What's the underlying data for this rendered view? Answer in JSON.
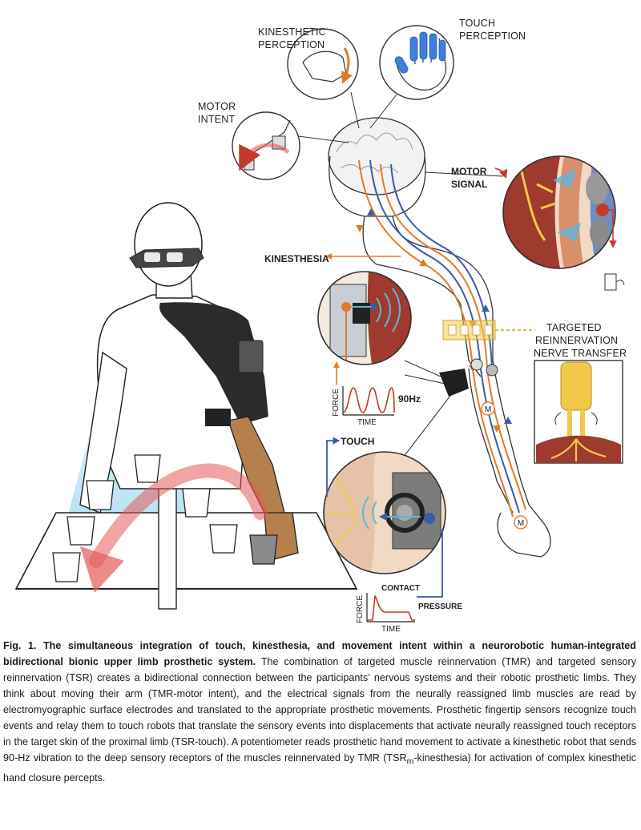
{
  "figure": {
    "labels": {
      "kinesthetic_perception_1": "KINESTHETIC",
      "kinesthetic_perception_2": "PERCEPTION",
      "touch_perception_1": "TOUCH",
      "touch_perception_2": "PERCEPTION",
      "motor_intent_1": "MOTOR",
      "motor_intent_2": "INTENT",
      "motor_signal_1": "MOTOR",
      "motor_signal_2": "SIGNAL",
      "kinesthesia": "KINESTHESIA",
      "targeted_1": "TARGETED",
      "targeted_2": "REINNERVATION",
      "targeted_3": "NERVE TRANSFER",
      "force_axis": "FORCE",
      "time_axis": "TIME",
      "freq": "90Hz",
      "touch": "TOUCH",
      "contact": "CONTACT",
      "pressure": "PRESSURE",
      "force_axis_2": "FORCE",
      "time_axis_2": "TIME",
      "m1": "M",
      "m2": "M"
    },
    "colors": {
      "orange": "#e07b2a",
      "blue": "#3b5ba8",
      "muscle": "#9e3a2e",
      "skin": "#f1d9c4",
      "prosthesis": "#b5804e",
      "harness": "#2b2b2b",
      "sky": "#8fd0ec",
      "red_arrow": "#e55a5a",
      "nerve_yellow": "#f2c84b"
    }
  },
  "caption": {
    "title": "Fig. 1. The simultaneous integration of touch, kinesthesia, and movement intent within a neurorobotic human-integrated bidirectional bionic upper limb prosthetic system.",
    "body": " The combination of targeted muscle reinnervation (TMR) and targeted sensory reinnervation (TSR) creates a bidirectional connection between the participants’ nervous systems and their robotic prosthetic limbs. They think about moving their arm (TMR-motor intent), and the electrical signals from the neurally reassigned limb muscles are read by electromyographic surface electrodes and translated to the appropriate prosthetic movements. Prosthetic fingertip sensors recognize touch events and relay them to touch robots that translate the sensory events into displacements that activate neurally reassigned touch receptors in the target skin of the proximal limb (TSR-touch). A potentiometer reads prosthetic hand movement to activate a kinesthetic robot that sends 90-Hz vibration to the deep sensory receptors of the muscles reinnervated by TMR (TSR",
    "sub": "m",
    "tail": "-kinesthesia) for activation of complex kinesthetic hand closure percepts."
  }
}
